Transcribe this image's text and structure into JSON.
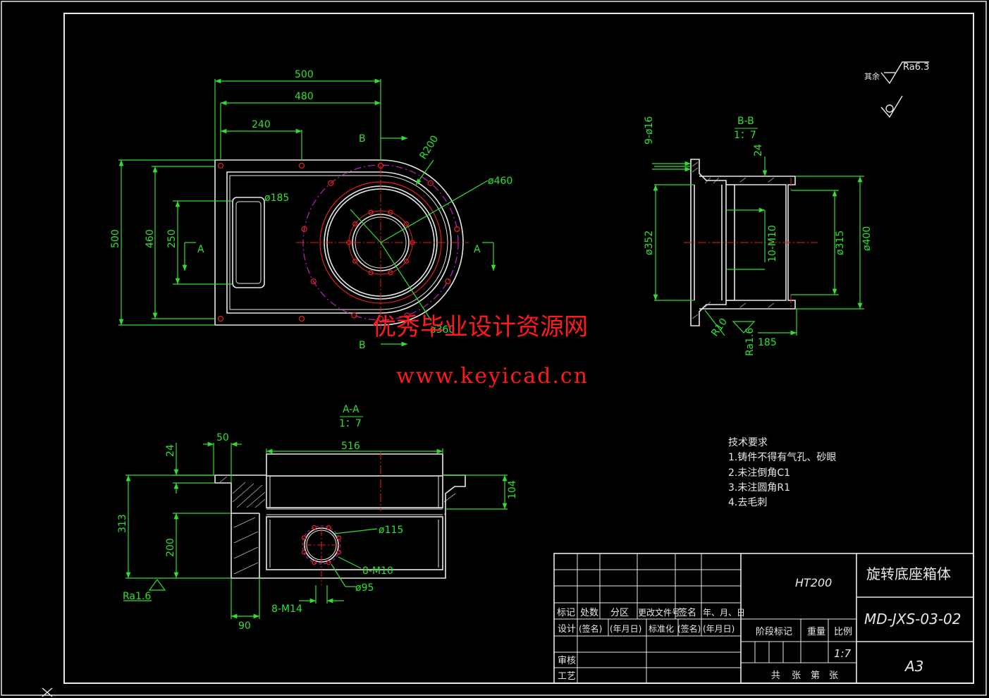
{
  "colors": {
    "background": "#000000",
    "geometry": "#e8e8e8",
    "dimension": "#2fe02f",
    "center": "#e02020",
    "phantom": "#c020c0",
    "watermark": "#ff1a1a"
  },
  "top_view": {
    "dims": {
      "w500": "500",
      "w480": "480",
      "w240": "240",
      "r200": "R200",
      "d460": "ø460",
      "d185": "ø185",
      "d360": "ø360",
      "h500": "500",
      "h460": "460",
      "h250": "250"
    },
    "section_marks": {
      "b_top": "B",
      "b_bottom": "B",
      "a_left": "A",
      "a_right": "A"
    }
  },
  "section_bb": {
    "title": "B-B",
    "scale": "1：7",
    "dims": {
      "holes": "9-ø16",
      "t24": "24",
      "d352": "ø352",
      "m10": "10-M10",
      "d315": "ø315",
      "d400": "ø400",
      "r10": "R10",
      "ra": "Ra1.6",
      "h185": "185"
    }
  },
  "section_aa": {
    "title": "A-A",
    "scale": "1：7",
    "dims": {
      "w50": "50",
      "w516": "516",
      "t24": "24",
      "h313": "313",
      "h200": "200",
      "h104": "104",
      "d115": "ø115",
      "m10": "8-M10",
      "d95": "ø95",
      "m14": "8-M14",
      "w90": "90",
      "ra": "Ra1.6"
    }
  },
  "surface_finish": {
    "rest_label": "其余",
    "value": "Ra6.3"
  },
  "tech_notes": {
    "title": "技术要求",
    "items": [
      "1.铸件不得有气孔、砂眼",
      "2.未注倒角C1",
      "3.未注圆角R1",
      "4.去毛刺"
    ]
  },
  "title_block": {
    "material": "HT200",
    "part_name": "旋转底座箱体",
    "drawing_no": "MD-JXS-03-02",
    "sheet_size": "A3",
    "scale_value": "1:7",
    "labels": {
      "mark": "标记",
      "count": "处数",
      "zone": "分区",
      "change_doc": "更改文件号",
      "signature": "签名",
      "date": "年、月、日",
      "design": "设计",
      "sign1": "(签名)",
      "date1": "(年月日)",
      "standard": "标准化",
      "sign2": "(签名)",
      "date2": "(年月日)",
      "stage": "阶段标记",
      "weight": "重量",
      "ratio": "比例",
      "review": "审核",
      "process": "工艺",
      "total": "共",
      "sheets": "张",
      "sheet_no": "第",
      "sheet": "张"
    }
  },
  "watermark": {
    "line1": "优秀毕业设计资源网",
    "line2": "www.keyicad.cn"
  }
}
